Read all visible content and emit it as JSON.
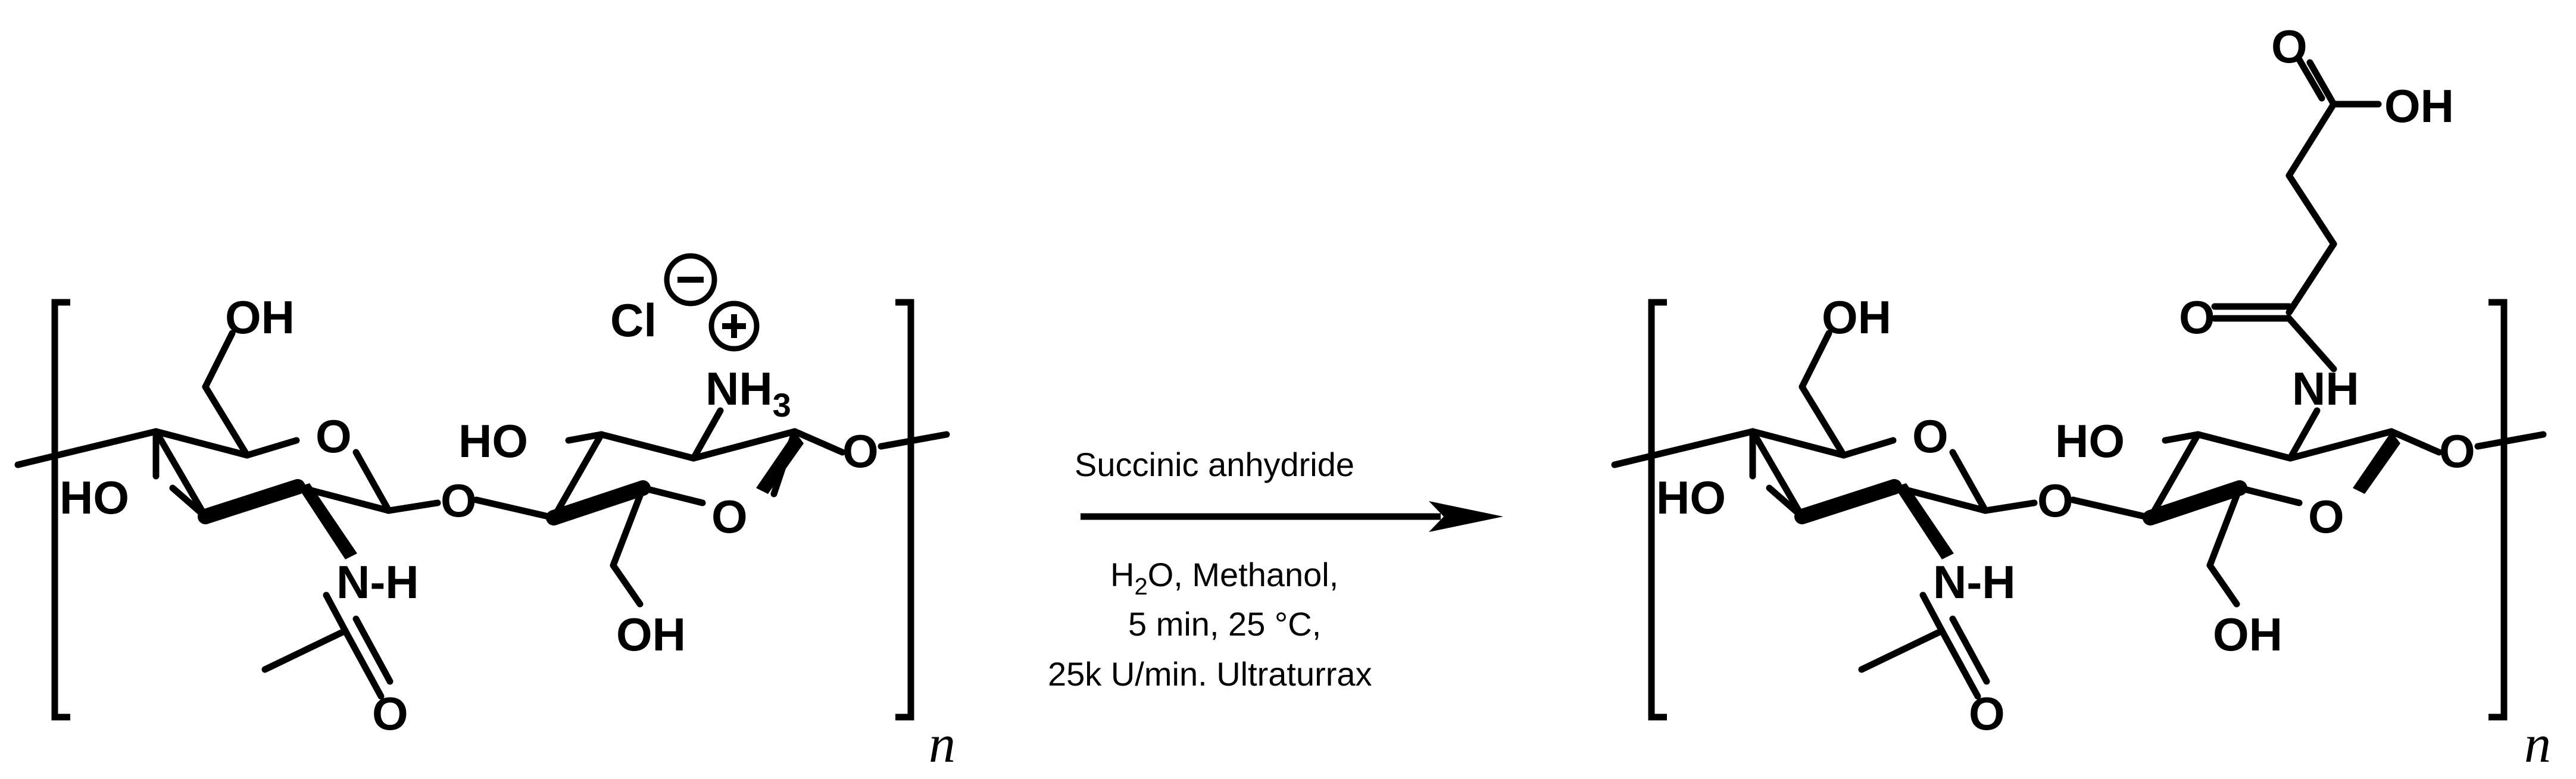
{
  "reactant": {
    "oh_top": "OH",
    "o_ring1": "O",
    "ho_left": "HO",
    "n_h": "N-H",
    "o_amide": "O",
    "o_link": "O",
    "ho_ring2": "HO",
    "o_ring2": "O",
    "oh_bottom": "OH",
    "cl": "Cl",
    "nh3": "NH",
    "nh3_sub": "3",
    "o_end": "O",
    "repeat": "n"
  },
  "reaction": {
    "reagent": "Succinic anhydride",
    "cond_line1_a": "H",
    "cond_line1_sub": "2",
    "cond_line1_b": "O, Methanol,",
    "cond_line2": "5 min, 25 °C,",
    "cond_line3": "25k U/min. Ultraturrax"
  },
  "product": {
    "oh_top": "OH",
    "o_ring1": "O",
    "ho_left": "HO",
    "n_h": "N-H",
    "o_amide": "O",
    "o_link": "O",
    "ho_ring2": "HO",
    "o_ring2": "O",
    "oh_bottom": "OH",
    "nh": "NH",
    "o_carbonyl": "O",
    "acid_o": "O",
    "acid_oh": "OH",
    "o_end": "O",
    "repeat": "n"
  }
}
